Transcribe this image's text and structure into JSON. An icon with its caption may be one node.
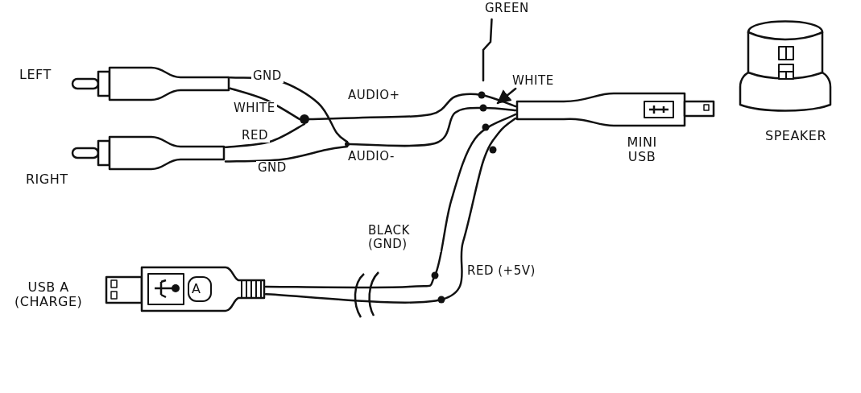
{
  "diagram": {
    "nodes": [
      {
        "text": [],
        "shape": "picture",
        "beside": [
          "LEFT"
        ]
      },
      {
        "text": [],
        "shape": "picture",
        "beside": [
          "RIGHT"
        ]
      },
      {
        "text": [],
        "shape": "circle"
      },
      {
        "text": [],
        "shape": "circle"
      },
      {
        "text": [],
        "shape": "picture",
        "beside": [
          "MINI USB"
        ]
      },
      {
        "text": [],
        "shape": "picture",
        "beside": [
          "SPEAKER"
        ]
      },
      {
        "text": [],
        "shape": "picture",
        "beside": [
          "USB A (CHARGE)"
        ]
      },
      {
        "text": [
          "GREEN"
        ]
      },
      {
        "text": [
          "WHITE"
        ]
      }
    ],
    "edges": [
      {
        "from": 0,
        "to": 2,
        "arrow": "none",
        "label": "WHITE"
      },
      {
        "from": 1,
        "to": 2,
        "arrow": "none",
        "label": "RED"
      },
      {
        "from": 0,
        "to": 3,
        "arrow": "none",
        "label": "GND"
      },
      {
        "from": 1,
        "to": 3,
        "arrow": "none",
        "label": "GND"
      },
      {
        "from": 2,
        "to": 4,
        "arrow": "none",
        "label": "AUDIO+"
      },
      {
        "from": 3,
        "to": 4,
        "arrow": "none",
        "label": "AUDIO-"
      },
      {
        "from": 6,
        "to": 4,
        "arrow": "none",
        "label": "BLACK (GND)"
      },
      {
        "from": 6,
        "to": 4,
        "arrow": "none",
        "label": "RED (+5V)"
      },
      {
        "from": 7,
        "to": null,
        "arrow": "none"
      },
      {
        "from": 8,
        "to": null,
        "arrow": "to"
      }
    ],
    "labels": [
      "A"
    ]
  }
}
